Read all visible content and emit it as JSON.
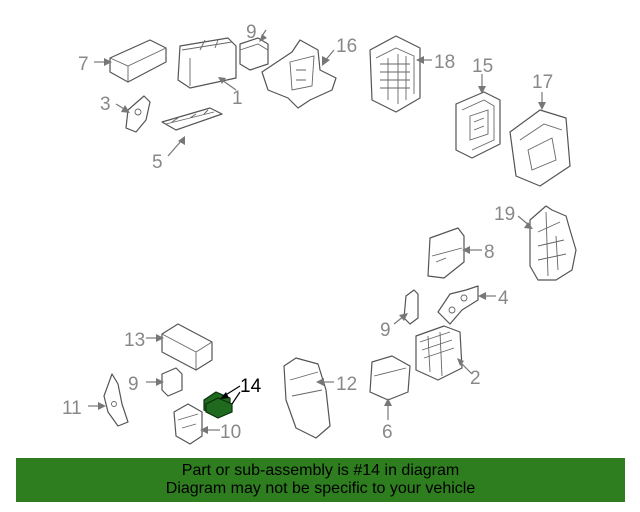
{
  "callouts": [
    "7",
    "9",
    "16",
    "18",
    "1",
    "3",
    "5",
    "15",
    "17",
    "19",
    "8",
    "4",
    "9",
    "13",
    "2",
    "9",
    "14",
    "12",
    "11",
    "10",
    "6"
  ],
  "colors": {
    "highlight_part": "#1f6a1f",
    "banner_background": "#2e7d1f",
    "callout_text": "#888888"
  },
  "banner": {
    "line1": "Part or sub-assembly is #14 in diagram",
    "line2": "Diagram may not be specific to your vehicle"
  }
}
